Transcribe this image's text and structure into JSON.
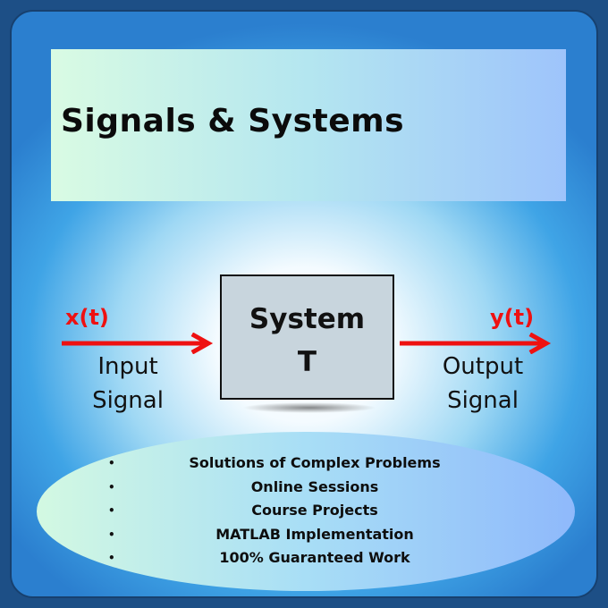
{
  "title": "Signals & Systems",
  "diagram": {
    "block": {
      "name": "System",
      "symbol": "T"
    },
    "input": {
      "signal": "x(t)",
      "label_line1": "Input",
      "label_line2": "Signal"
    },
    "output": {
      "signal": "y(t)",
      "label_line1": "Output",
      "label_line2": "Signal"
    },
    "arrow_color": "#ee1111"
  },
  "features": [
    "Solutions of Complex Problems",
    "Online Sessions",
    "Course Projects",
    "MATLAB Implementation",
    "100% Guaranteed Work"
  ],
  "bullet_glyph": "•"
}
